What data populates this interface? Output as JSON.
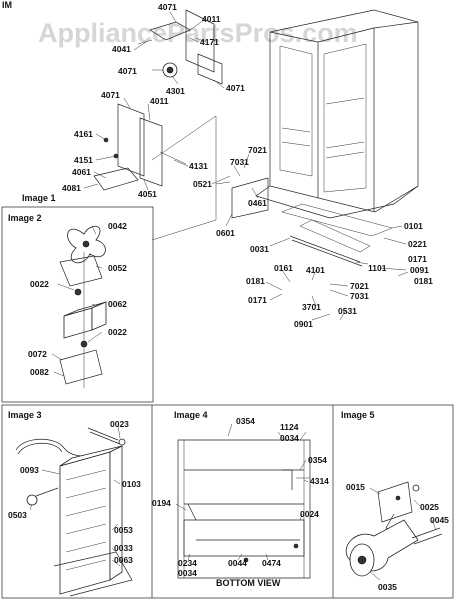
{
  "watermark": "AppliancePartsPros.com",
  "corner_label": "IM",
  "sections": [
    {
      "key": "image1",
      "label": "Image 1"
    },
    {
      "key": "image2",
      "label": "Image 2"
    },
    {
      "key": "image3",
      "label": "Image 3"
    },
    {
      "key": "image4",
      "label": "Image 4"
    },
    {
      "key": "image5",
      "label": "Image 5"
    }
  ],
  "bottom_view_label": "BOTTOM VIEW",
  "part_labels": [
    "4071",
    "4011",
    "4041",
    "4171",
    "4071",
    "4301",
    "4071",
    "4071",
    "4011",
    "4161",
    "4151",
    "4131",
    "4061",
    "4081",
    "4051",
    "7021",
    "7031",
    "0521",
    "0461",
    "0601",
    "0101",
    "0221",
    "0031",
    "1101",
    "0171",
    "0091",
    "0181",
    "0161",
    "4101",
    "0181",
    "7021",
    "7031",
    "3701",
    "0531",
    "0171",
    "0901",
    "0042",
    "0052",
    "0022",
    "0062",
    "0022",
    "0072",
    "0082",
    "0023",
    "0093",
    "0103",
    "0503",
    "0053",
    "0033",
    "0063",
    "0354",
    "1124",
    "0034",
    "0354",
    "4314",
    "0194",
    "0024",
    "0234",
    "0034",
    "0044",
    "0474",
    "0015",
    "0025",
    "0045",
    "0035"
  ]
}
